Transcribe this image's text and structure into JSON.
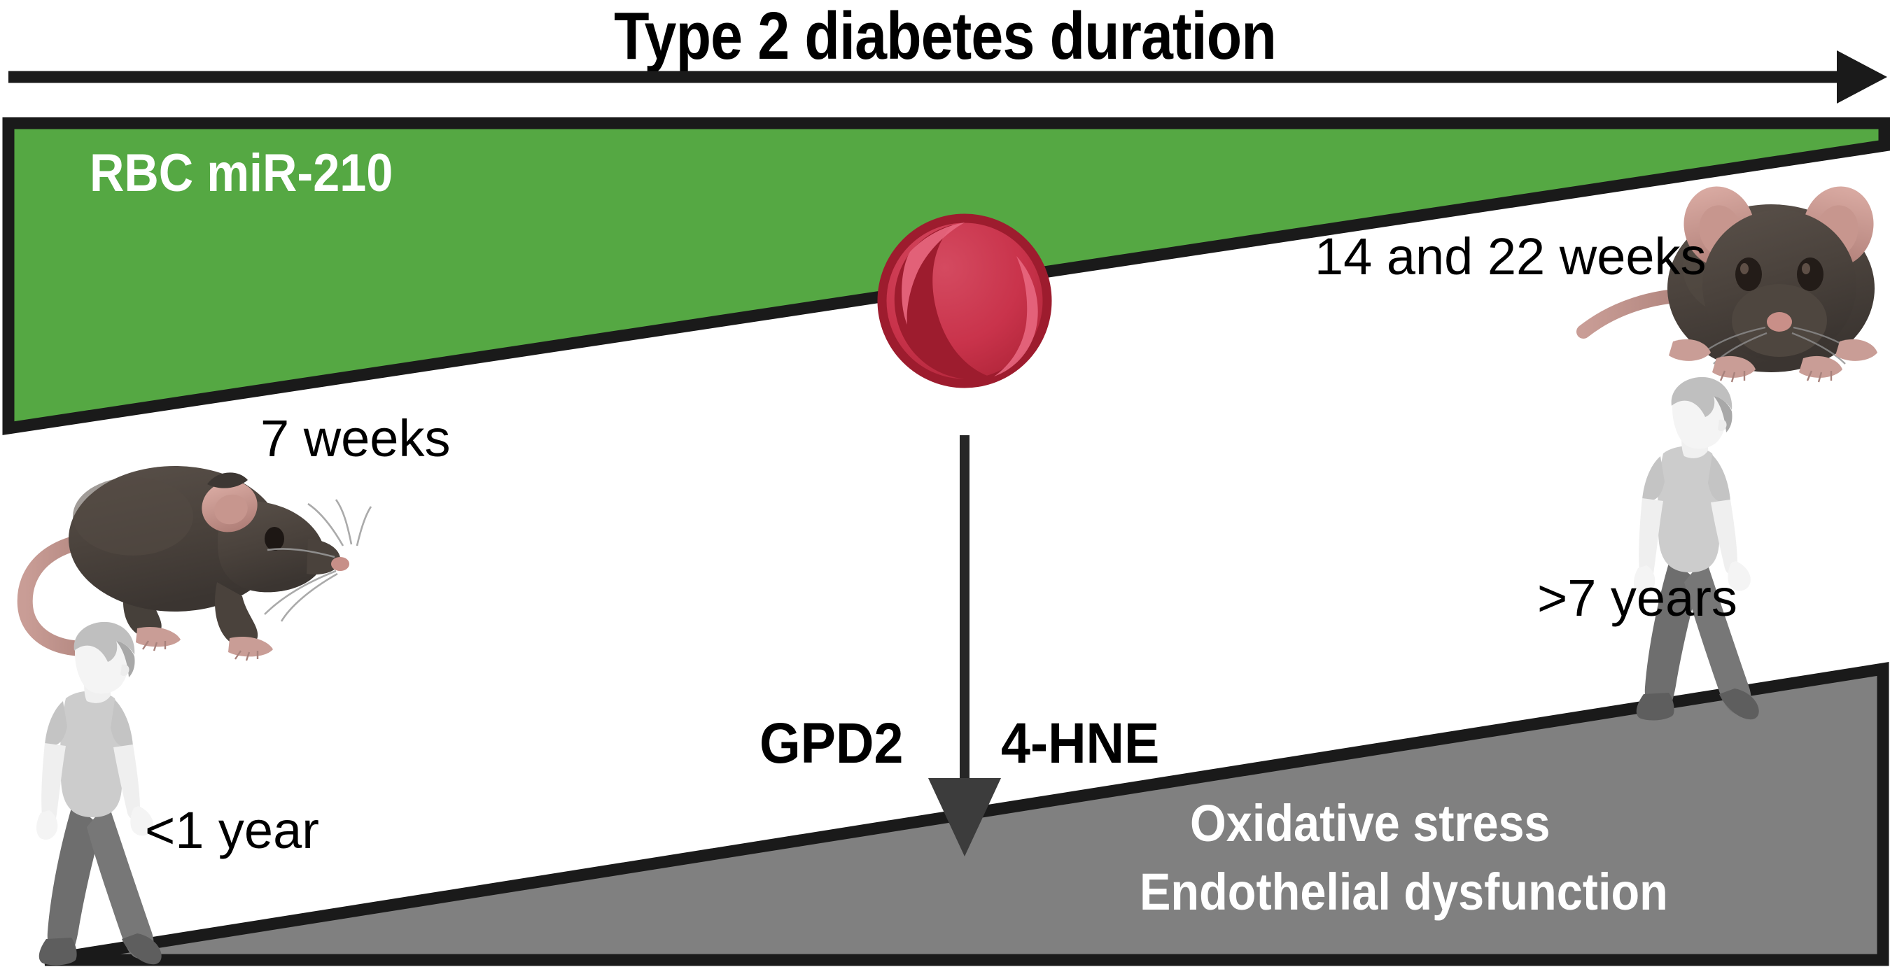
{
  "figure": {
    "title": "Type 2 diabetes duration",
    "type": "scientific-graphical-abstract"
  },
  "timeline_arrow": {
    "name": "duration-arrow",
    "direction": "left-to-right",
    "color": "#1a1a1a"
  },
  "green_wedge": {
    "label": "RBC miR-210",
    "fill": "#55a843",
    "stroke": "#1a1a1a",
    "meaning": "increasing with duration"
  },
  "gray_wedge": {
    "line1": "Oxidative stress",
    "line2": "Endothelial dysfunction",
    "fill": "#808080",
    "stroke": "#1a1a1a",
    "meaning": "increasing with duration"
  },
  "rbc": {
    "name": "red-blood-cell",
    "body": "#c9334b",
    "rim": "#9d1c2e",
    "highlight": "#e8677f"
  },
  "mediators": {
    "left": "GPD2",
    "right": "4-HNE",
    "arrow_color": "#262626"
  },
  "timepoints": [
    {
      "id": "mouse-early",
      "species": "mouse",
      "label": "7 weeks"
    },
    {
      "id": "mouse-late",
      "species": "mouse",
      "label": "14 and 22 weeks"
    },
    {
      "id": "human-early",
      "species": "human",
      "label": "<1 year"
    },
    {
      "id": "human-late",
      "species": "human",
      "label": ">7 years"
    }
  ],
  "palette": {
    "green": "#55a843",
    "gray": "#808080",
    "black": "#1a1a1a",
    "red": "#c9334b",
    "white": "#ffffff",
    "mouse_body": "#4d4643",
    "mouse_skin": "#c2938c",
    "person_hair": "#bfbfbf",
    "person_shirt": "#cccccc",
    "person_pants": "#6e6e6e",
    "person_skin": "#f2f2f2"
  }
}
